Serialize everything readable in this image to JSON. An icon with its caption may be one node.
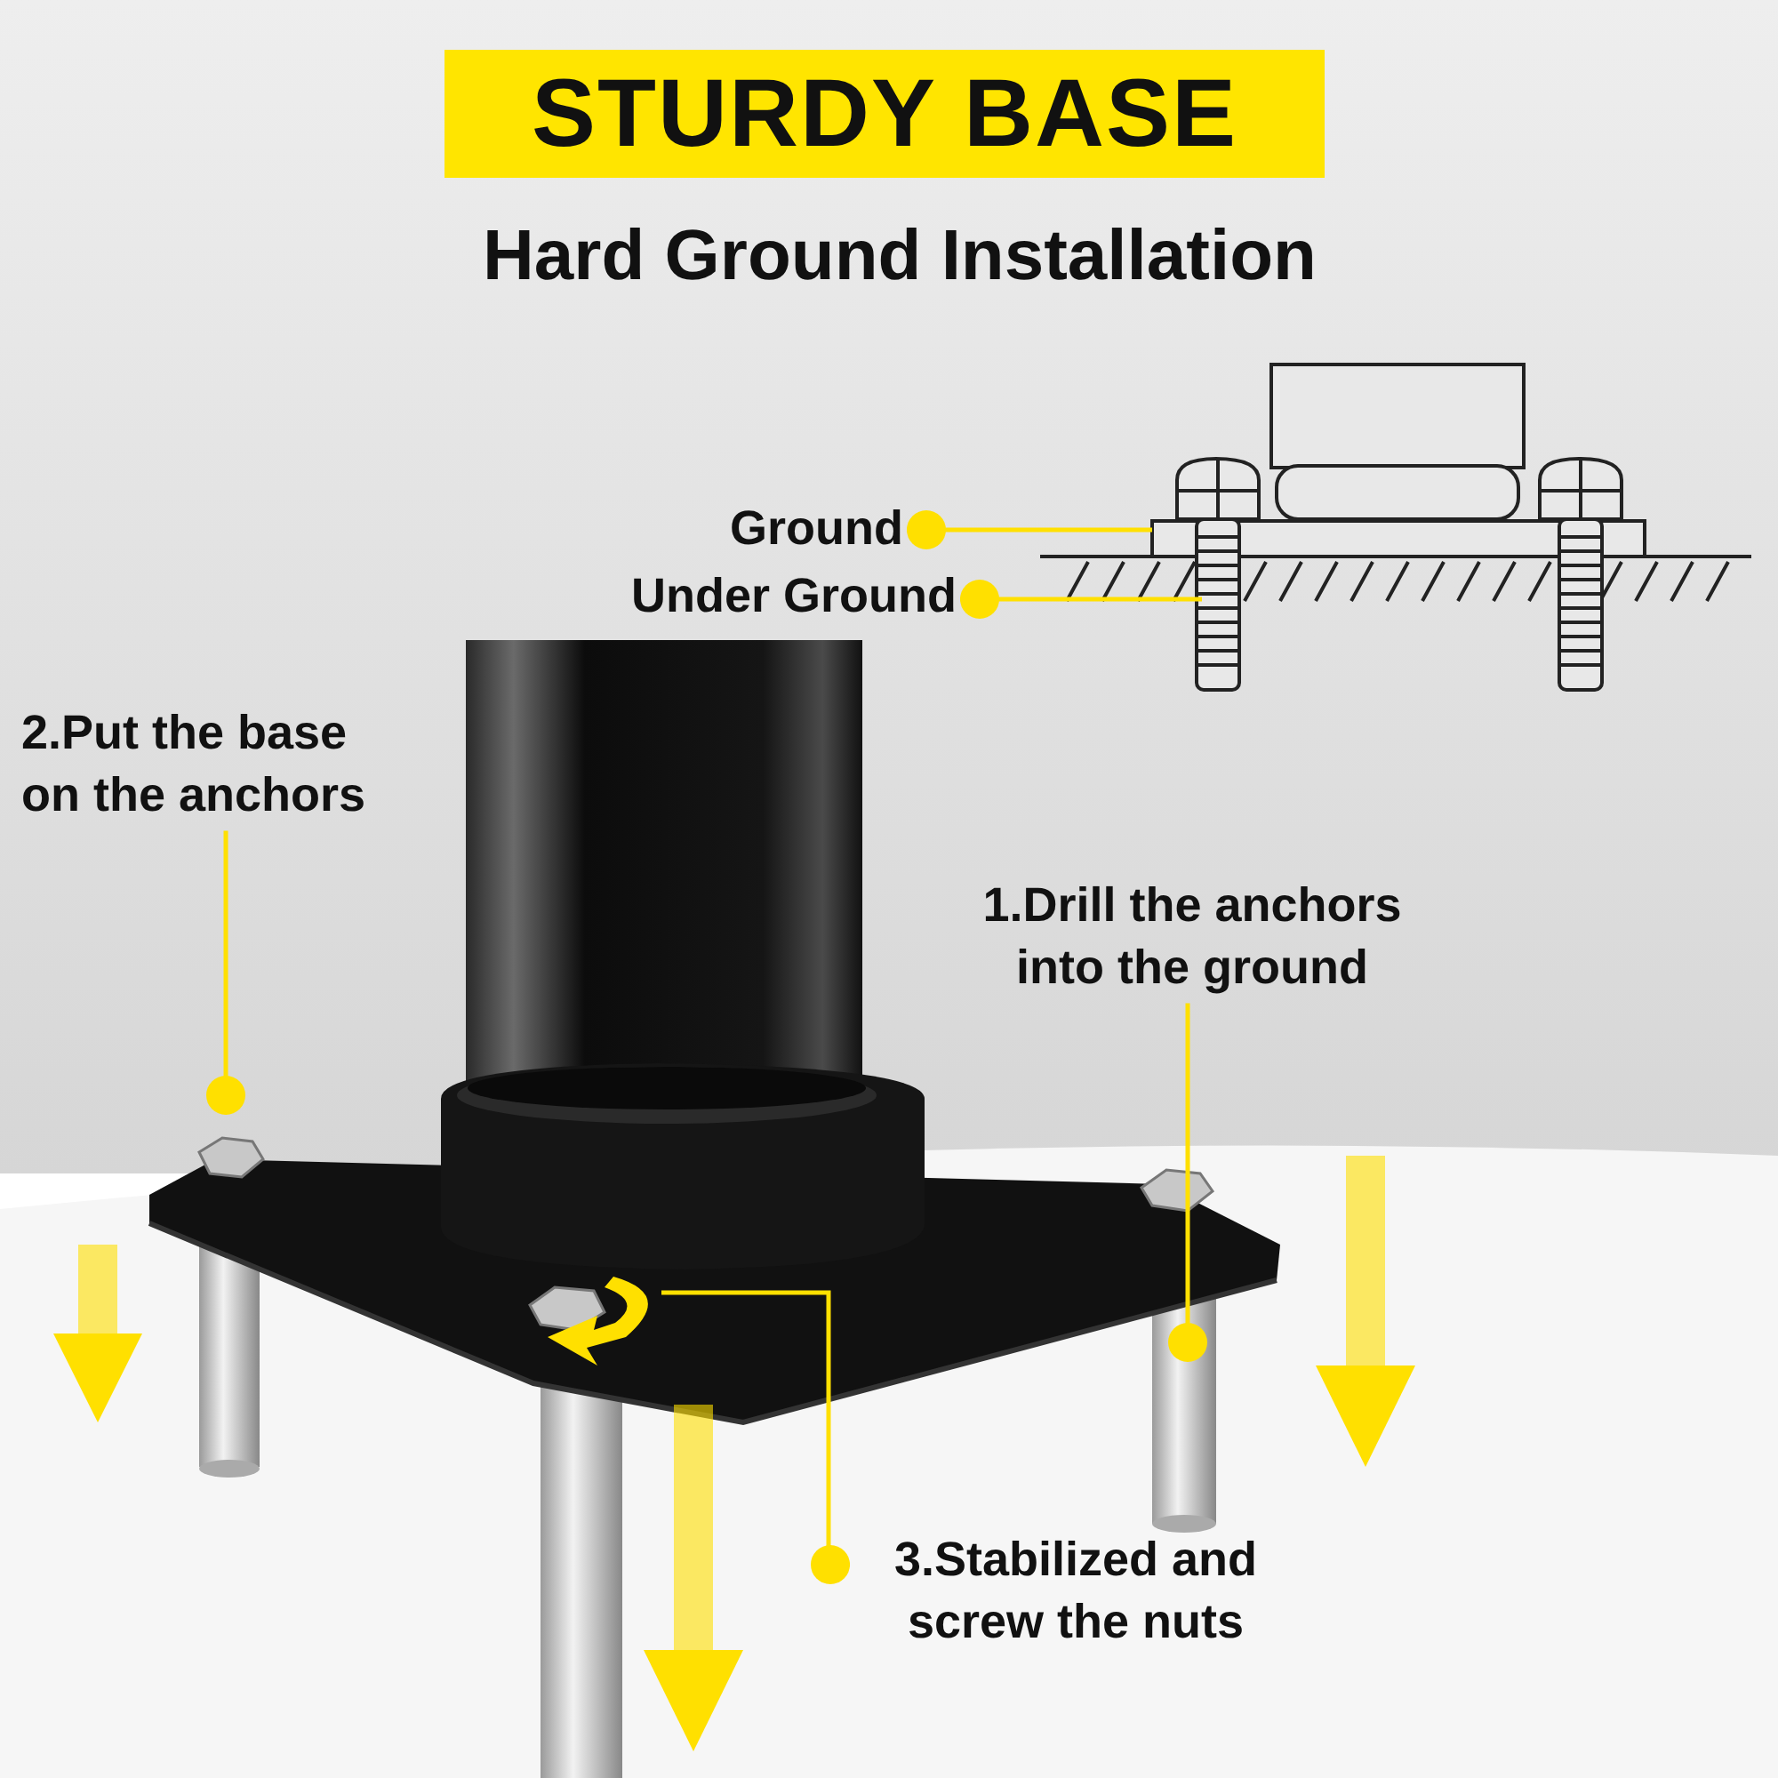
{
  "diagram": {
    "title": "STURDY BASE",
    "nodes": [
      {
        "text": [
          "Ground"
        ]
      },
      {
        "text": [
          "Under Ground"
        ]
      },
      {
        "text": [
          "2.Put the base on the anchors"
        ]
      },
      {
        "text": [
          "1.Drill the anchors into the ground"
        ]
      },
      {
        "text": [
          "3.Stabilized and screw the nuts"
        ]
      }
    ],
    "edges": [
      {
        "from": 0,
        "to": null,
        "arrow": "other"
      },
      {
        "from": 1,
        "to": null,
        "arrow": "other"
      },
      {
        "from": 2,
        "to": null,
        "arrow": "other"
      },
      {
        "from": 3,
        "to": null,
        "arrow": "other"
      },
      {
        "from": 4,
        "to": null,
        "arrow": "other"
      }
    ],
    "labels": [
      "Hard Ground Installation"
    ]
  }
}
